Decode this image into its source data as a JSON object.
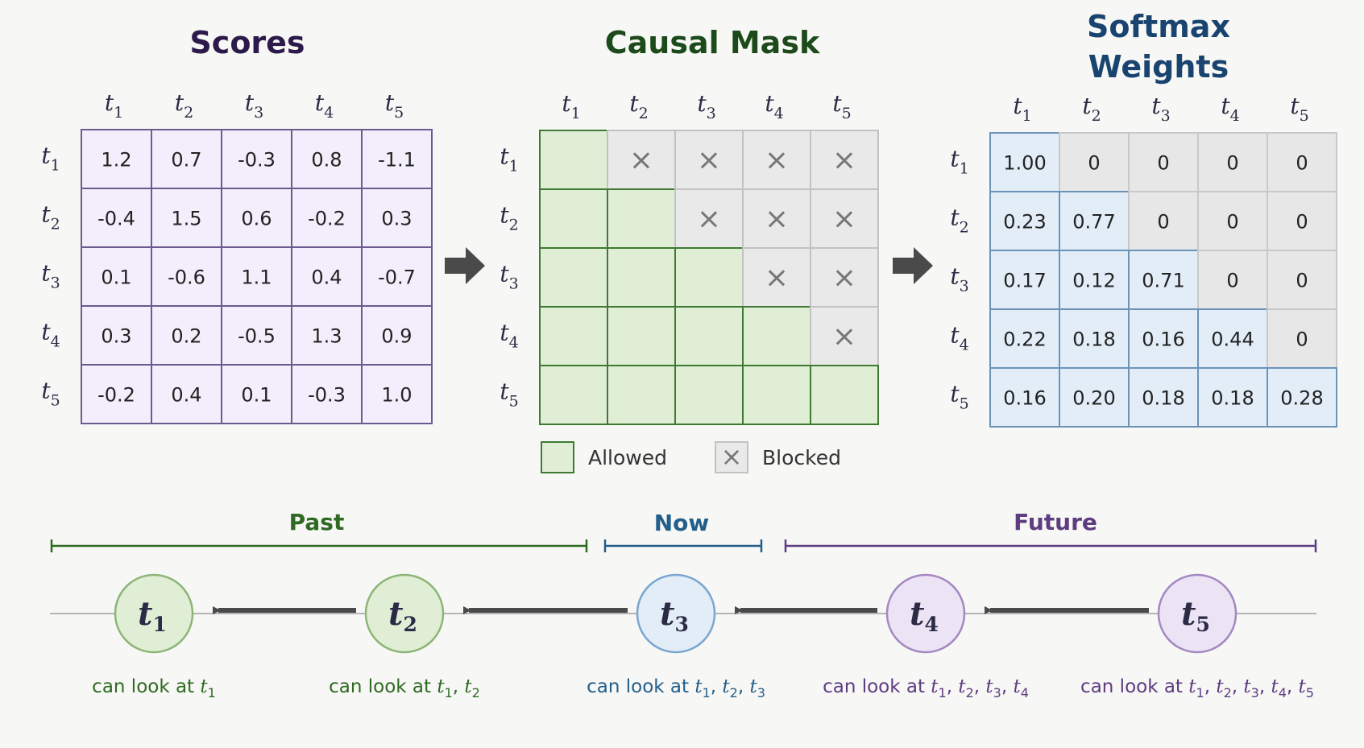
{
  "tokens": [
    "t",
    "t",
    "t",
    "t",
    "t"
  ],
  "token_subs": [
    "1",
    "2",
    "3",
    "4",
    "5"
  ],
  "scores": {
    "title": "Scores",
    "rows": [
      [
        "1.2",
        "0.7",
        "-0.3",
        "0.8",
        "-1.1"
      ],
      [
        "-0.4",
        "1.5",
        "0.6",
        "-0.2",
        "0.3"
      ],
      [
        "0.1",
        "-0.6",
        "1.1",
        "0.4",
        "-0.7"
      ],
      [
        "0.3",
        "0.2",
        "-0.5",
        "1.3",
        "0.9"
      ],
      [
        "-0.2",
        "0.4",
        "0.1",
        "-0.3",
        "1.0"
      ]
    ]
  },
  "mask": {
    "title": "Causal Mask",
    "legend_allowed": "Allowed",
    "legend_blocked": "Blocked",
    "blocked_symbol": "×"
  },
  "softmax": {
    "title_line1": "Softmax",
    "title_line2": "Weights",
    "rows": [
      [
        "1.00",
        "0",
        "0",
        "0",
        "0"
      ],
      [
        "0.23",
        "0.77",
        "0",
        "0",
        "0"
      ],
      [
        "0.17",
        "0.12",
        "0.71",
        "0",
        "0"
      ],
      [
        "0.22",
        "0.18",
        "0.16",
        "0.44",
        "0"
      ],
      [
        "0.16",
        "0.20",
        "0.18",
        "0.18",
        "0.28"
      ]
    ]
  },
  "timeline": {
    "past_label": "Past",
    "now_label": "Now",
    "future_label": "Future",
    "caption_prefix": "can look at",
    "separator": ", "
  },
  "colors": {
    "scores_fill": "#f3eefb",
    "scores_stroke": "#6b5a8e",
    "allowed_fill": "#e1eed6",
    "allowed_stroke": "#3f7a32",
    "blocked_fill": "#e9e9e9",
    "blocked_stroke": "#c2c2c2",
    "softmax_fill": "#e2edf8",
    "softmax_stroke": "#6b93b8",
    "softmax_zero_fill": "#e7e7e7",
    "scores_title": "#2c1a4a",
    "mask_title": "#1d4a1a",
    "softmax_title": "#1a4470",
    "past": "#2f6a22",
    "now": "#235f8a",
    "future": "#5e3c82",
    "arrow": "#4a4a4a"
  }
}
